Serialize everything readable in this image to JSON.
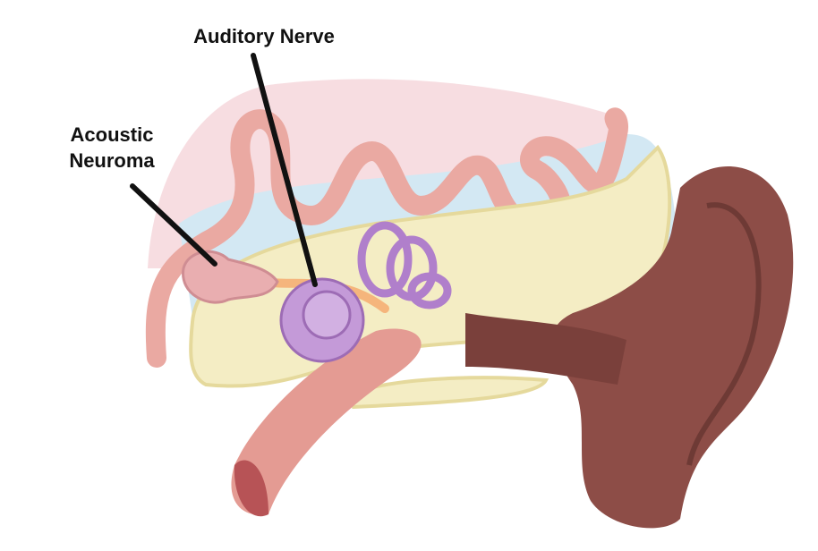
{
  "labels": {
    "auditory_nerve": "Auditory Nerve",
    "acoustic_neuroma_line1": "Acoustic",
    "acoustic_neuroma_line2": "Neuroma"
  },
  "colors": {
    "brain_bg": "#f7dde1",
    "fluid": "#d3e8f3",
    "gyri": "#eaa9a2",
    "bone": "#f4edc4",
    "cochlea": "#c49ad8",
    "nerve": "#f5b57c",
    "canal": "#c4605e",
    "outer_ear": "#8d4d47",
    "pointer": "#111111"
  }
}
